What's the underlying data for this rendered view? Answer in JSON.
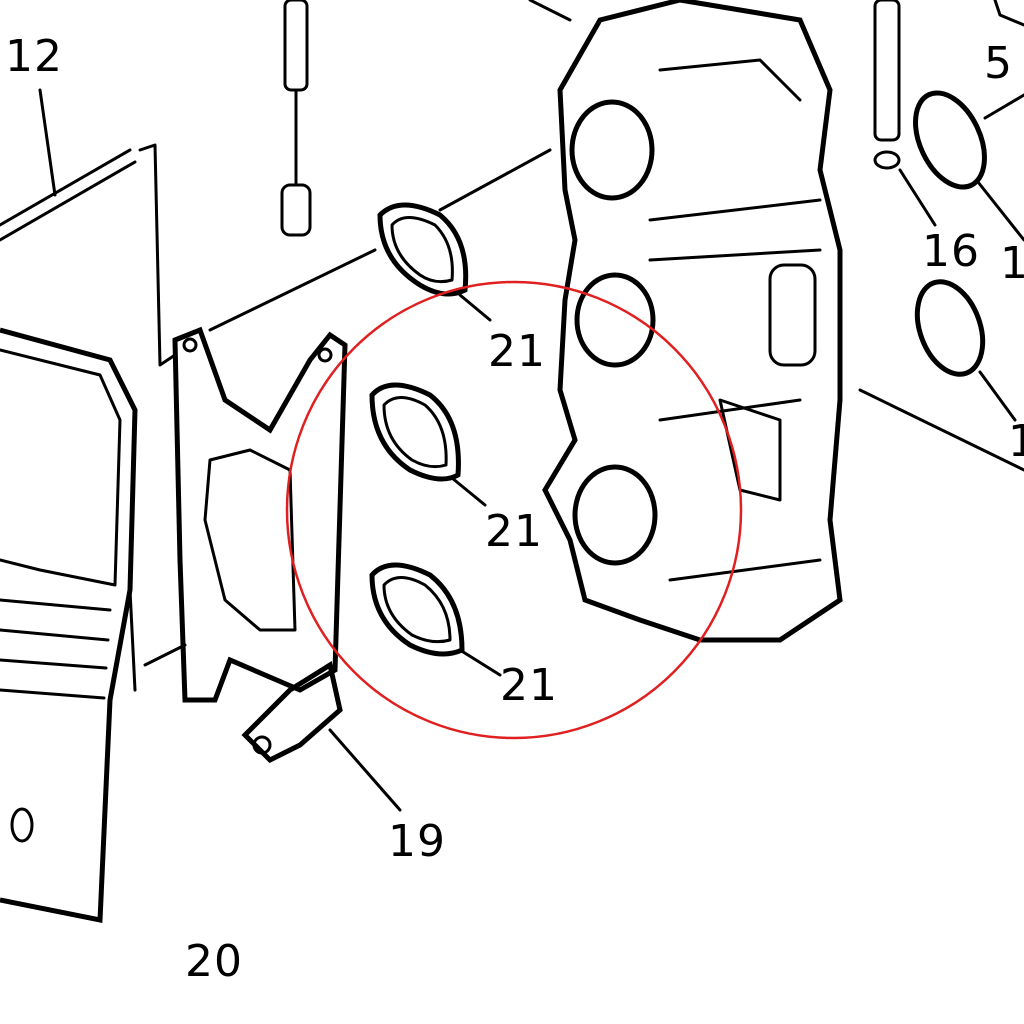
{
  "diagram": {
    "labels": {
      "part_12": "12",
      "part_5": "5",
      "part_16": "16",
      "part_13_cropped": "1",
      "part_1_cropped": "1",
      "part_21_a": "21",
      "part_21_b": "21",
      "part_21_c": "21",
      "part_19": "19",
      "part_20": "20"
    },
    "highlight_color": "#e02020"
  }
}
